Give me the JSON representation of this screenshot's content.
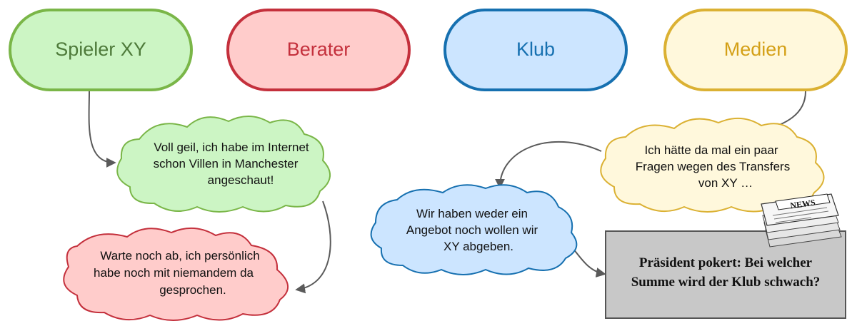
{
  "actors": {
    "player": {
      "label": "Spieler XY",
      "fill": "#ccf5c4",
      "stroke": "#7ab648",
      "text_color": "#4e7a3a"
    },
    "agent": {
      "label": "Berater",
      "fill": "#ffcccb",
      "stroke": "#c4303c",
      "text_color": "#c4303c"
    },
    "club": {
      "label": "Klub",
      "fill": "#cce5ff",
      "stroke": "#1670b0",
      "text_color": "#1670b0"
    },
    "media": {
      "label": "Medien",
      "fill": "#fff8dc",
      "stroke": "#dbb133",
      "text_color": "#d4a017"
    }
  },
  "bubbles": {
    "player_thought": {
      "lines": [
        "Voll geil, ich habe im Internet",
        "schon Villen in Manchester",
        "angeschaut!"
      ],
      "fill": "#ccf5c4",
      "stroke": "#7ab648"
    },
    "agent_reply": {
      "lines": [
        "Warte noch ab, ich persönlich",
        "habe noch mit niemandem da",
        "gesprochen."
      ],
      "fill": "#ffcccb",
      "stroke": "#c4303c"
    },
    "media_question": {
      "lines": [
        "Ich hätte da mal ein paar",
        "Fragen wegen des Transfers",
        "von XY …"
      ],
      "fill": "#fff8dc",
      "stroke": "#dbb133"
    },
    "club_reply": {
      "lines": [
        "Wir haben weder ein",
        "Angebot noch wollen wir",
        "XY abgeben."
      ],
      "fill": "#cce5ff",
      "stroke": "#1670b0"
    }
  },
  "headline": {
    "lines": [
      "Präsident pokert: Bei welcher",
      "Summe wird der Klub schwach?"
    ],
    "fill": "#c8c8c8",
    "stroke": "#555555"
  },
  "newspaper": {
    "label": "NEWS"
  },
  "connector_color": "#5a5a5a"
}
